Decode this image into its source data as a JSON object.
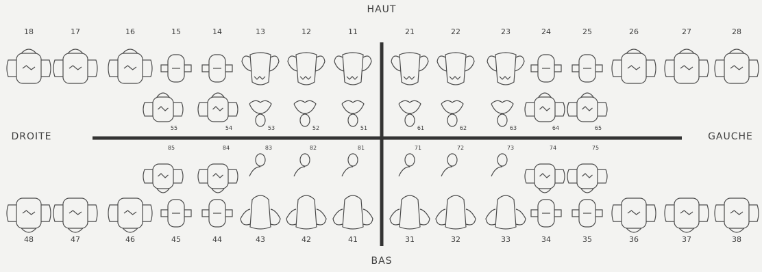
{
  "labels": {
    "top": "HAUT",
    "bottom": "BAS",
    "left": "DROITE",
    "right": "GAUCHE"
  },
  "teeth": {
    "upper_permanent": [
      "18",
      "17",
      "16",
      "15",
      "14",
      "13",
      "12",
      "11",
      "21",
      "22",
      "23",
      "24",
      "25",
      "26",
      "27",
      "28"
    ],
    "upper_primary": [
      "55",
      "54",
      "53",
      "52",
      "51",
      "61",
      "62",
      "63",
      "64",
      "65"
    ],
    "lower_primary": [
      "85",
      "84",
      "83",
      "82",
      "81",
      "71",
      "72",
      "73",
      "74",
      "75"
    ],
    "lower_permanent": [
      "48",
      "47",
      "46",
      "45",
      "44",
      "43",
      "42",
      "41",
      "31",
      "32",
      "33",
      "34",
      "35",
      "36",
      "37",
      "38"
    ]
  },
  "colors": {
    "ink": "#3d3d3d",
    "paper": "#f3f3f1"
  }
}
